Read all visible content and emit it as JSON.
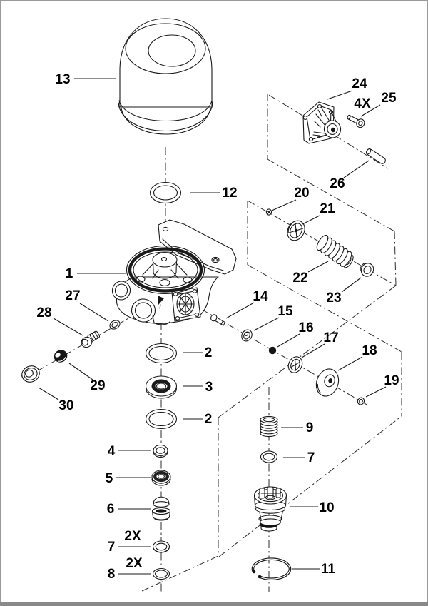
{
  "figure": {
    "title": "Air dryer assembly exploded parts diagram",
    "line_color": "#1a1a1a",
    "border_color": "#9a9a9a",
    "bottom_bar_color": "#898989"
  },
  "callouts": {
    "c1": "1",
    "c2": "2",
    "c3": "3",
    "c4": "4",
    "c5": "5",
    "c6": "6",
    "c7": "7",
    "c8": "8",
    "c9": "9",
    "c10": "10",
    "c11": "11",
    "c12": "12",
    "c13": "13",
    "c14": "14",
    "c15": "15",
    "c16": "16",
    "c17": "17",
    "c18": "18",
    "c19": "19",
    "c20": "20",
    "c21": "21",
    "c22": "22",
    "c23": "23",
    "c24": "24",
    "c25": "25",
    "c26": "26",
    "c27": "27",
    "c28": "28",
    "c29": "29",
    "c30": "30",
    "qty_4x": "4X",
    "qty_2x": "2X"
  }
}
